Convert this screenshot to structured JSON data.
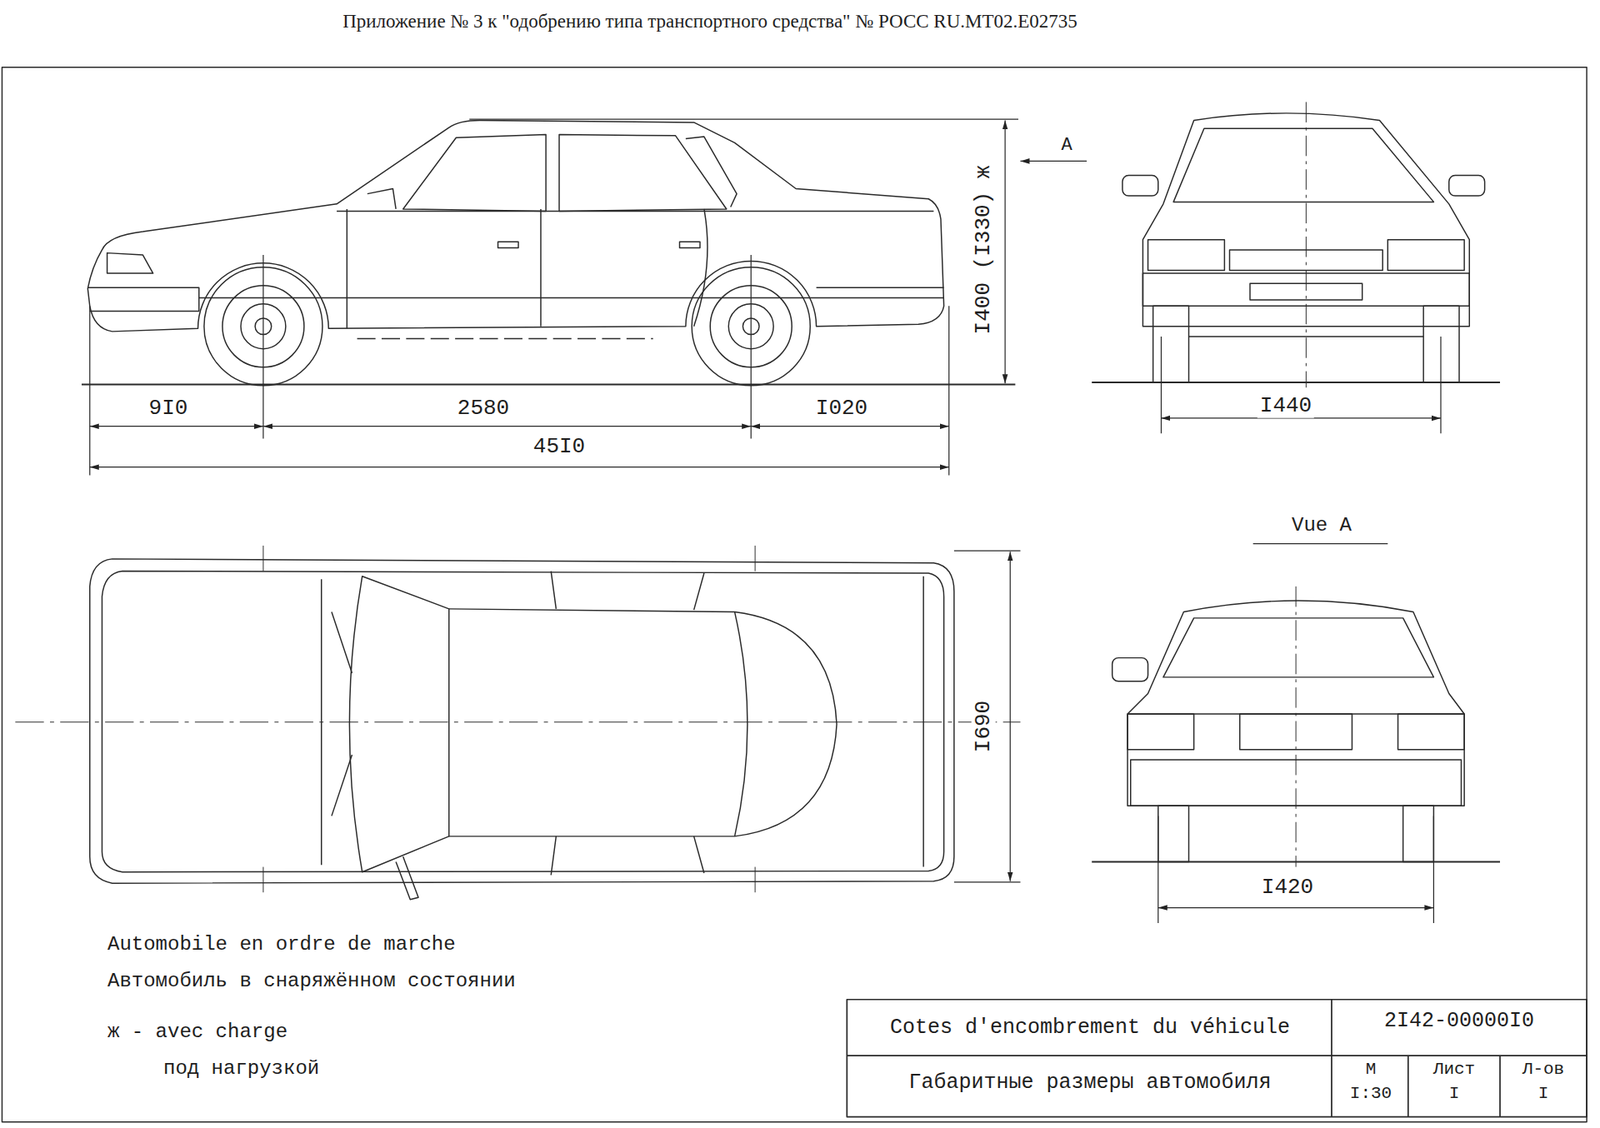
{
  "diagram": {
    "title": "Приложение № 3 к \"одобрению типа транспортного средства\" № РОСС RU.MT02.E02735",
    "labels": [
      "9I0",
      "2580",
      "I020",
      "45I0",
      "I400 (I330) ж",
      "A",
      "I440",
      "Vue A",
      "I690",
      "I420",
      "Automobile en ordre de marche",
      "Автомобиль в снаряжённом состоянии",
      "ж - avec charge",
      "под нагрузкой",
      "Cotes d'encombrement du véhicule",
      "2I42-00000I0",
      "Габаритные размеры автомобиля",
      "М",
      "I:30",
      "Лист",
      "I",
      "Л-ов",
      "I"
    ]
  }
}
